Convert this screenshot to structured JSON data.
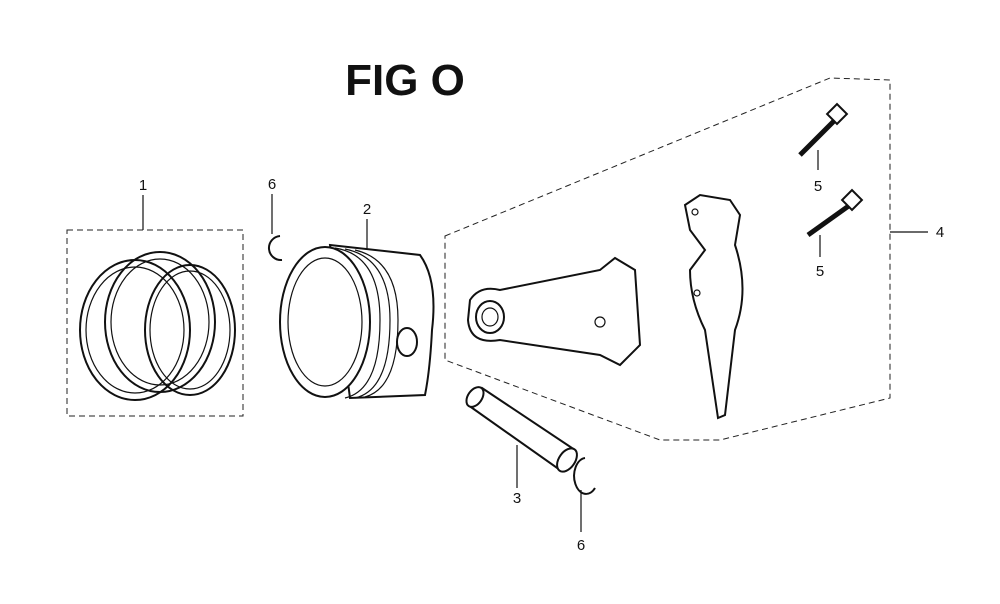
{
  "title": "FIG O",
  "callouts": [
    {
      "id": "1",
      "part": "piston-ring-set"
    },
    {
      "id": "6",
      "part": "piston-pin-clip-upper"
    },
    {
      "id": "2",
      "part": "piston"
    },
    {
      "id": "4",
      "part": "connecting-rod-assembly"
    },
    {
      "id": "5",
      "part": "rod-bolt-upper"
    },
    {
      "id": "5",
      "part": "rod-bolt-lower"
    },
    {
      "id": "3",
      "part": "piston-pin"
    },
    {
      "id": "6",
      "part": "piston-pin-clip-lower"
    }
  ]
}
